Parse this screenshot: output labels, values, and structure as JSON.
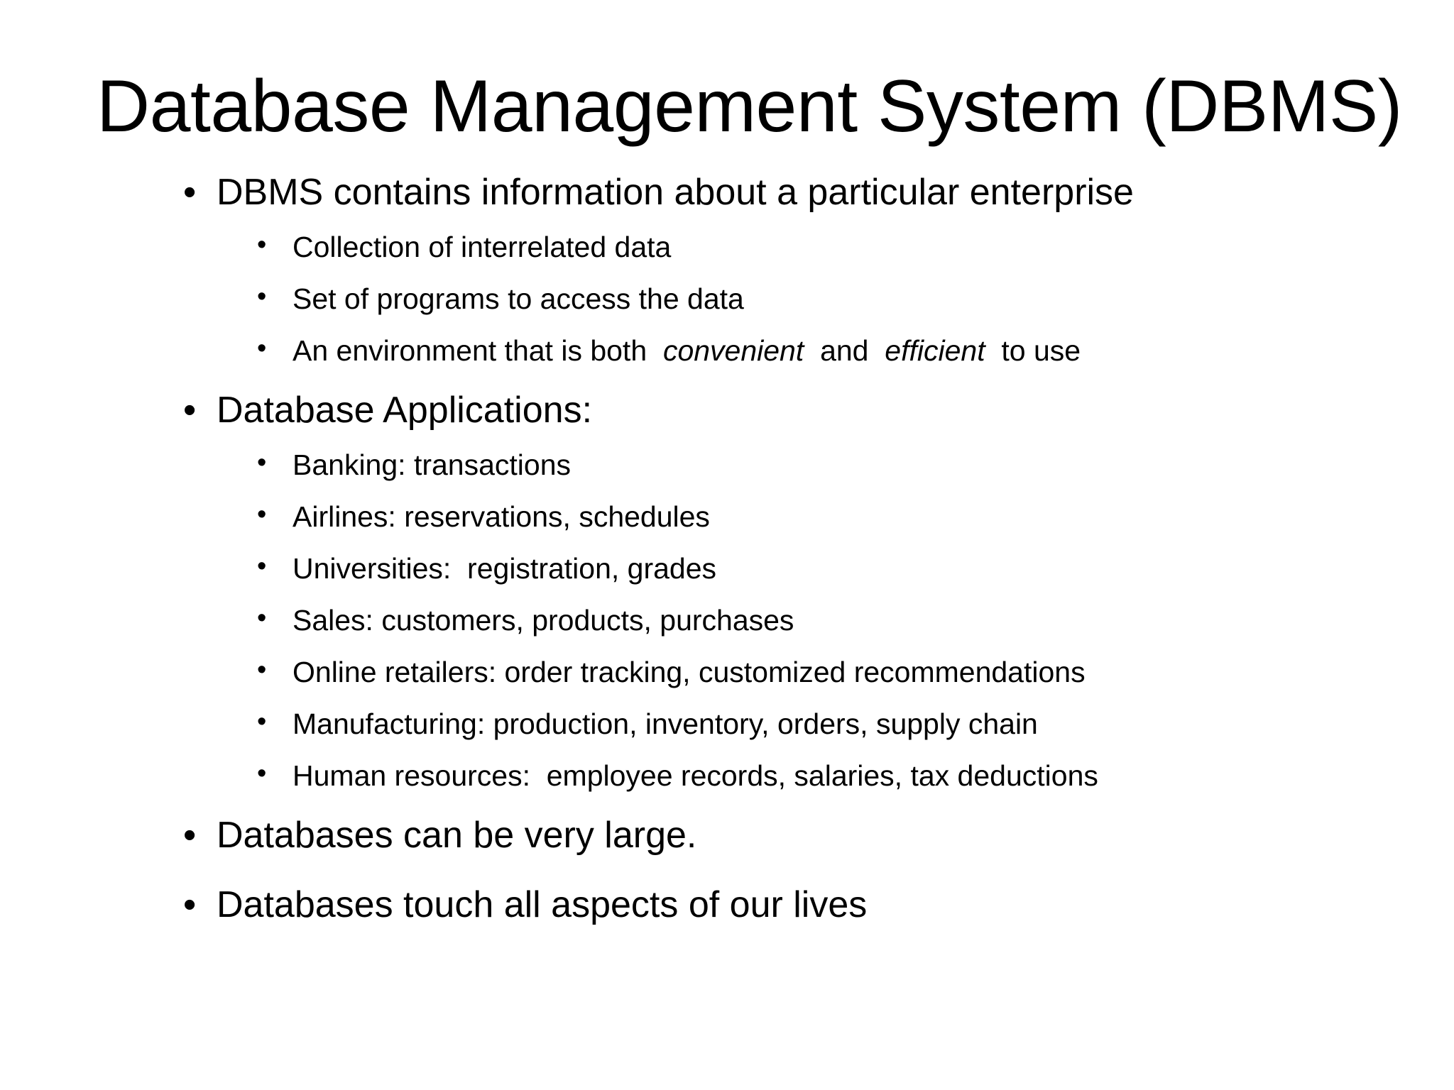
{
  "slide": {
    "title": "Database Management System (DBMS)",
    "background_color": "#ffffff",
    "text_color": "#000000",
    "bullet_glyph": "•",
    "content": {
      "b1": {
        "text": "DBMS contains information about a particular enterprise",
        "subs": [
          {
            "pre": "Collection of interrelated data",
            "em1": "",
            "mid": "",
            "em2": "",
            "post": ""
          },
          {
            "pre": "Set of programs to access the data",
            "em1": "",
            "mid": "",
            "em2": "",
            "post": ""
          },
          {
            "pre": "An environment that is both ",
            "em1": "convenient",
            "mid": " and ",
            "em2": "efficient",
            "post": " to use"
          }
        ]
      },
      "b2": {
        "text": "Database Applications:",
        "subs": [
          {
            "pre": "Banking: transactions",
            "em1": "",
            "mid": "",
            "em2": "",
            "post": ""
          },
          {
            "pre": "Airlines: reservations, schedules",
            "em1": "",
            "mid": "",
            "em2": "",
            "post": ""
          },
          {
            "pre": "Universities:  registration, grades",
            "em1": "",
            "mid": "",
            "em2": "",
            "post": ""
          },
          {
            "pre": "Sales: customers, products, purchases",
            "em1": "",
            "mid": "",
            "em2": "",
            "post": ""
          },
          {
            "pre": "Online retailers: order tracking, customized recommendations",
            "em1": "",
            "mid": "",
            "em2": "",
            "post": ""
          },
          {
            "pre": "Manufacturing: production, inventory, orders, supply chain",
            "em1": "",
            "mid": "",
            "em2": "",
            "post": ""
          },
          {
            "pre": "Human resources:  employee records, salaries, tax deductions",
            "em1": "",
            "mid": "",
            "em2": "",
            "post": ""
          }
        ]
      },
      "b3": {
        "text": "Databases can be very large."
      },
      "b4": {
        "text": "Databases touch all aspects of our lives"
      }
    }
  }
}
